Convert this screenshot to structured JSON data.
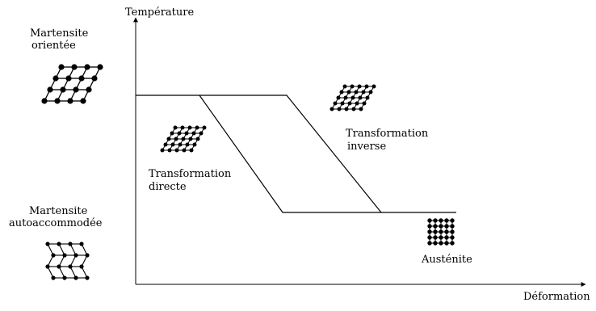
{
  "axes": {
    "y_label": "Température",
    "x_label": "Déformation"
  },
  "labels": {
    "martensite_orientee": [
      "Martensite",
      "orientée"
    ],
    "martensite_autoaccommodee": [
      "Martensite",
      "autoaccommodée"
    ],
    "transformation_directe": [
      "Transformation",
      "directe"
    ],
    "transformation_inverse": [
      "Transformation",
      "inverse"
    ],
    "austenite": "Austénite"
  },
  "icons": {
    "martensite_orientee": "sheared-lattice-icon",
    "martensite_autoaccommodee": "zigzag-lattice-icon",
    "austenite": "square-lattice-icon",
    "transformation_directe": "sheared-lattice-icon",
    "transformation_inverse": "sheared-lattice-icon"
  },
  "colors": {
    "ink": "#000000",
    "background": "#ffffff"
  }
}
